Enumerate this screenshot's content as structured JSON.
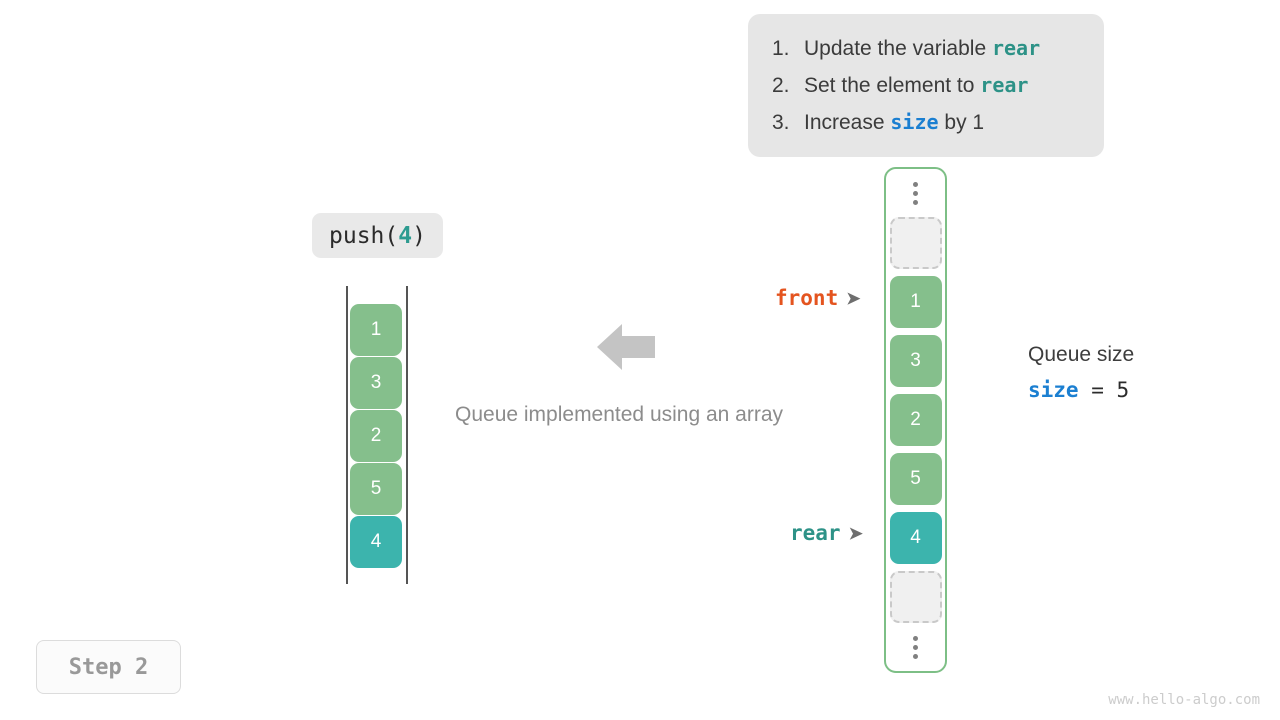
{
  "instructions": {
    "items": [
      {
        "num": "1.",
        "pre": "Update the variable ",
        "keyword": "rear",
        "keyword_color": "teal",
        "post": ""
      },
      {
        "num": "2.",
        "pre": "Set the element to ",
        "keyword": "rear",
        "keyword_color": "teal",
        "post": ""
      },
      {
        "num": "3.",
        "pre": "Increase ",
        "keyword": "size",
        "keyword_color": "blue",
        "post": " by 1"
      }
    ]
  },
  "operation": {
    "name": "push(",
    "arg": "4",
    "close": ")"
  },
  "left_array": {
    "cells": [
      {
        "value": "1",
        "style": "green"
      },
      {
        "value": "3",
        "style": "green"
      },
      {
        "value": "2",
        "style": "green"
      },
      {
        "value": "5",
        "style": "green"
      },
      {
        "value": "4",
        "style": "teal"
      }
    ]
  },
  "caption": "Queue implemented using an array",
  "arrow": {
    "direction": "left",
    "color": "#c4c4c4"
  },
  "queue": {
    "top_dots": "vertical-dots",
    "bottom_dots": "vertical-dots",
    "cells": [
      {
        "value": "",
        "style": "empty"
      },
      {
        "value": "1",
        "style": "green"
      },
      {
        "value": "3",
        "style": "green"
      },
      {
        "value": "2",
        "style": "green"
      },
      {
        "value": "5",
        "style": "green"
      },
      {
        "value": "4",
        "style": "teal"
      },
      {
        "value": "",
        "style": "empty"
      }
    ]
  },
  "pointers": {
    "front": {
      "label": "front",
      "arrow": "➤",
      "color": "#e4541f"
    },
    "rear": {
      "label": "rear",
      "arrow": "➤",
      "color": "#2d9287"
    }
  },
  "size_info": {
    "title": "Queue size",
    "var": "size",
    "operator": " = ",
    "value": "5"
  },
  "step_badge": "Step 2",
  "watermark": "www.hello-algo.com",
  "colors": {
    "green": "#85bf8c",
    "teal": "#3cb4ad",
    "highlight_blue": "#1b7fd1",
    "highlight_teal": "#2d9287",
    "front_orange": "#e4541f",
    "container_border": "#7dbf86"
  }
}
